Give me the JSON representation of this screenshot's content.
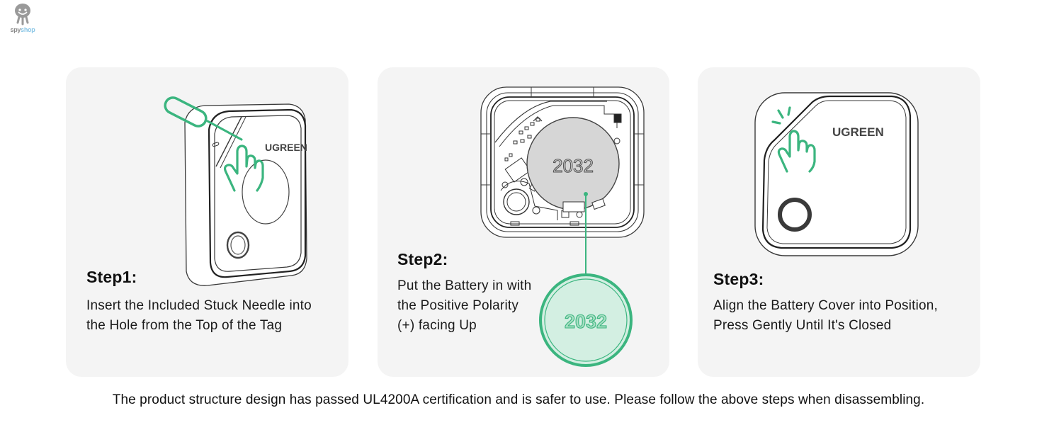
{
  "brand": {
    "logo_part1": "spy",
    "logo_part2": "shop"
  },
  "colors": {
    "accent_green": "#3bb57f",
    "accent_green_light": "#d3efe2",
    "card_bg": "#f4f4f4",
    "line_gray": "#3a3a3a"
  },
  "steps": [
    {
      "title": "Step1:",
      "description": "Insert the Included Stuck Needle into the Hole from the Top of the Tag",
      "device_brand": "UGREEN",
      "icons": [
        "needle-icon",
        "hand-pointer-icon",
        "tracker-device-icon"
      ]
    },
    {
      "title": "Step2:",
      "description": "Put the Battery in with the Positive Polarity (+) facing Up",
      "battery_label": "2032",
      "battery_callout_label": "2032",
      "icons": [
        "open-tracker-icon",
        "coin-battery-icon",
        "battery-callout-icon"
      ]
    },
    {
      "title": "Step3:",
      "description": "Align the Battery Cover into Position, Press Gently Until It's Closed",
      "device_brand": "UGREEN",
      "icons": [
        "hand-press-icon",
        "tracker-device-icon"
      ]
    }
  ],
  "footer": {
    "note": "The product structure design has passed UL4200A certification and is safer to use. Please follow the above steps when disassembling."
  }
}
